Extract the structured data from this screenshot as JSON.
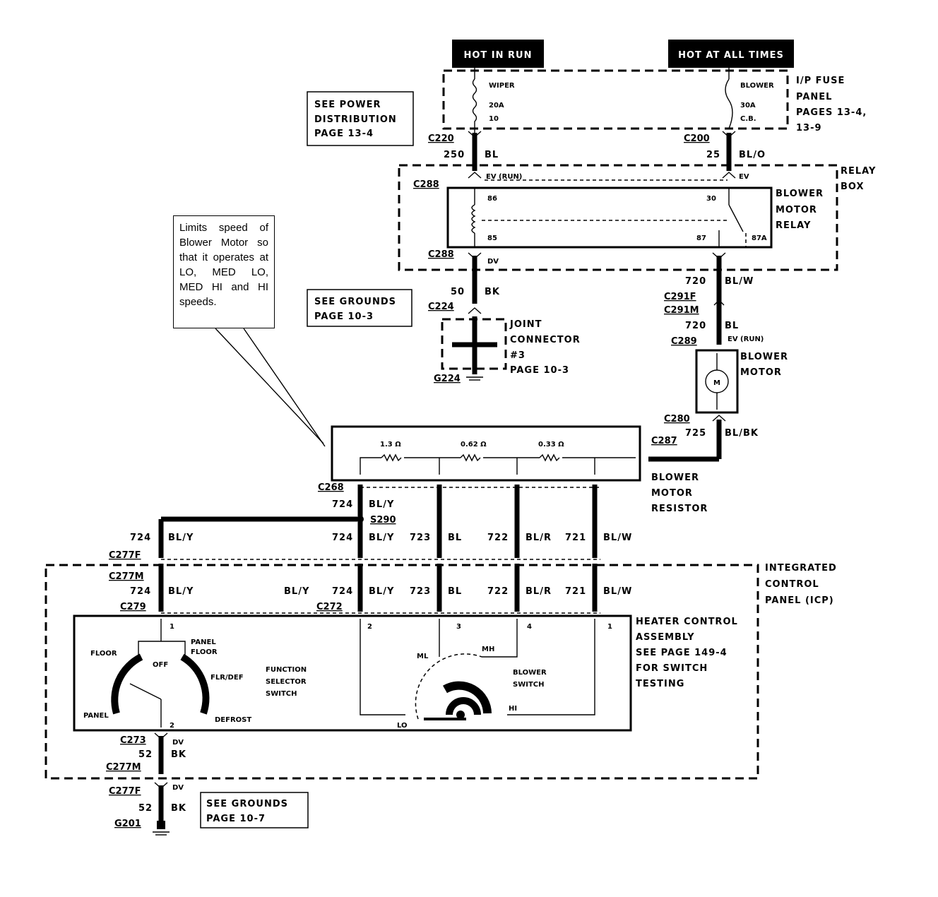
{
  "headers": {
    "hot_in_run": "HOT IN RUN",
    "hot_at_all_times": "HOT AT ALL TIMES"
  },
  "fuse_panel": {
    "label_lines": [
      "I/P FUSE",
      "PANEL",
      "PAGES 13-4,",
      "13-9"
    ],
    "wiper_fuse": [
      "WIPER",
      "20A",
      "10"
    ],
    "blower_fuse": [
      "BLOWER",
      "30A",
      "C.B."
    ]
  },
  "see_power": [
    "SEE POWER",
    "DISTRIBUTION",
    "PAGE 13-4"
  ],
  "see_grounds_1": [
    "SEE GROUNDS",
    "PAGE 10-3"
  ],
  "see_grounds_2": [
    "SEE GROUNDS",
    "PAGE 10-7"
  ],
  "note": "Limits speed of Blower Motor so that it operates at LO, MED LO, MED HI and HI speeds.",
  "connectors": {
    "c220": "C220",
    "c200": "C200",
    "c288a": "C288",
    "c288b": "C288",
    "c224": "C224",
    "g224": "G224",
    "c291f": "C291F",
    "c291m": "C291M",
    "c289": "C289",
    "c280": "C280",
    "c287": "C287",
    "c268": "C268",
    "s290": "S290",
    "c277f_a": "C277F",
    "c277m_a": "C277M",
    "c279": "C279",
    "c272": "C272",
    "c273": "C273",
    "c277m_b": "C277M",
    "c277f_b": "C277F",
    "g201": "G201"
  },
  "wires": {
    "w250": "250",
    "w250c": "BL",
    "w25": "25",
    "w25c": "BL/O",
    "w50": "50",
    "w50c": "BK",
    "w720a": "720",
    "w720ac": "BL/W",
    "w720b": "720",
    "w720bc": "BL",
    "w725": "725",
    "w725c": "BL/BK",
    "w724a": "724",
    "w724ac": "BL/Y",
    "w724b": "724",
    "w724bc": "BL/Y",
    "w724c": "724",
    "w724cc": "BL/Y",
    "w723": "723",
    "w723c": "BL",
    "w722": "722",
    "w722c": "BL/R",
    "w721": "721",
    "w721c": "BL/W",
    "w724d": "724",
    "w724dc": "BL/Y",
    "w724e": "724",
    "w724ec": "BL/Y",
    "wbly": "BL/Y",
    "w723b": "723",
    "w723bc": "BL",
    "w722b": "722",
    "w722bc": "BL/R",
    "w721b": "721",
    "w721bc": "BL/W",
    "w52a": "52",
    "w52ac": "BK",
    "w52b": "52",
    "w52bc": "BK"
  },
  "relay": {
    "box_label": [
      "RELAY",
      "BOX"
    ],
    "name": [
      "BLOWER",
      "MOTOR",
      "RELAY"
    ],
    "pin86": "86",
    "pin85": "85",
    "pin30": "30",
    "pin87": "87",
    "pin87a": "87A",
    "ev_run": "EV (RUN)",
    "ev": "EV",
    "dv": "DV"
  },
  "joint_connector": [
    "JOINT",
    "CONNECTOR",
    "#3",
    "PAGE 10-3"
  ],
  "blower_motor": {
    "name": [
      "BLOWER",
      "MOTOR"
    ],
    "symbol": "M",
    "ev_run": "EV (RUN)"
  },
  "resistor": {
    "name": [
      "BLOWER",
      "MOTOR",
      "RESISTOR"
    ],
    "r1": "1.3 Ω",
    "r2": "0.62 Ω",
    "r3": "0.33 Ω"
  },
  "icp": {
    "label": [
      "INTEGRATED",
      "CONTROL",
      "PANEL (ICP)"
    ]
  },
  "heater": {
    "label": [
      "HEATER CONTROL",
      "ASSEMBLY",
      "SEE PAGE 149-4",
      "FOR SWITCH",
      "TESTING"
    ],
    "floor": "FLOOR",
    "panel_floor": [
      "PANEL",
      "FLOOR"
    ],
    "off": "OFF",
    "flr_def": "FLR/DEF",
    "panel": "PANEL",
    "defrost": "DEFROST",
    "function_switch": [
      "FUNCTION",
      "SELECTOR",
      "SWITCH"
    ],
    "ml": "ML",
    "mh": "MH",
    "lo": "LO",
    "hi": "HI",
    "blower_switch": [
      "BLOWER",
      "SWITCH"
    ],
    "p1": "1",
    "p2": "2",
    "pa2": "2",
    "pa3": "3",
    "pa4": "4",
    "pa1": "1",
    "dv": "DV",
    "dv2": "DV"
  }
}
